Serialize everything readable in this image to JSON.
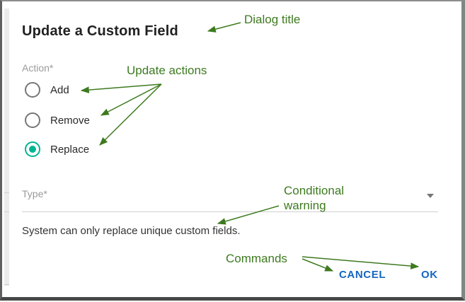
{
  "dialog": {
    "title": "Update a Custom Field",
    "action_group": {
      "label": "Action*",
      "options": [
        {
          "label": "Add",
          "selected": false
        },
        {
          "label": "Remove",
          "selected": false
        },
        {
          "label": "Replace",
          "selected": true
        }
      ]
    },
    "type_field": {
      "label": "Type*",
      "value": ""
    },
    "warning": "System can only replace unique custom fields.",
    "buttons": {
      "cancel": "CANCEL",
      "ok": "OK"
    }
  },
  "annotations": {
    "dialog_title": "Dialog title",
    "update_actions": "Update actions",
    "conditional_warning": "Conditional warning",
    "commands": "Commands"
  },
  "colors": {
    "annotation_green": "#3d7a1f",
    "accent_teal": "#00b594",
    "accent_teal_halo": "#c9efe6",
    "button_blue": "#1565c0"
  }
}
